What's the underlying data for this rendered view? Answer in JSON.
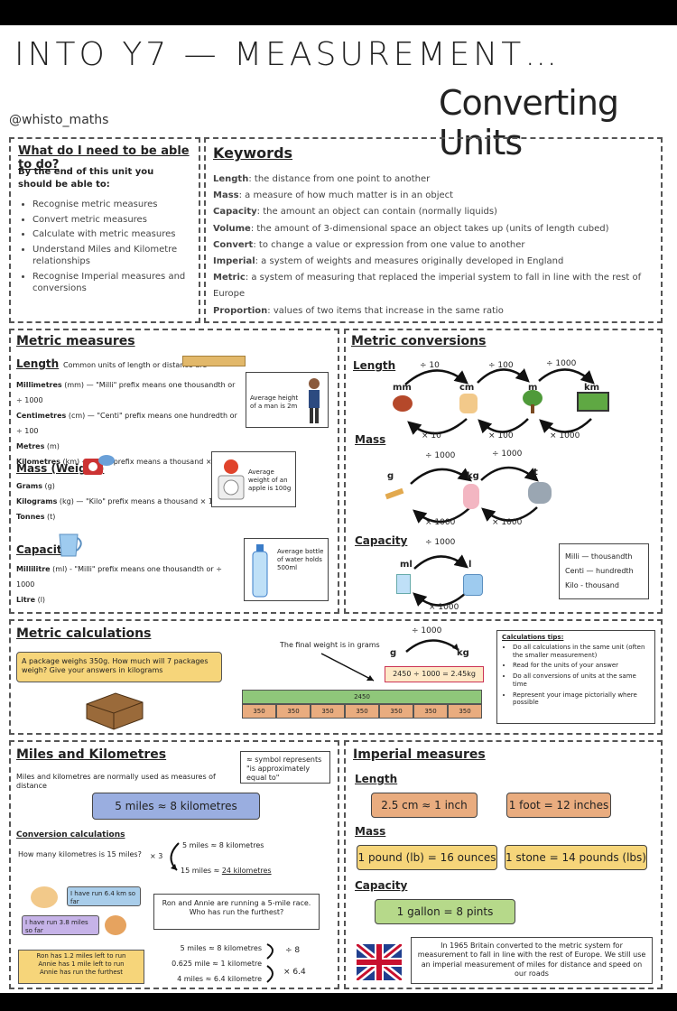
{
  "header": {
    "title": "INTO Y7 — MEASUREMENT…",
    "subtitle": "Converting Units",
    "handle": "@whisto_maths"
  },
  "todo": {
    "heading": "What do I need to be able to do?",
    "intro": "By the end of this unit you should be able to:",
    "items": [
      "Recognise metric measures",
      "Convert metric measures",
      "Calculate with metric measures",
      "Understand Miles and Kilometre relationships",
      "Recognise Imperial measures and conversions"
    ]
  },
  "keywords": {
    "heading": "Keywords",
    "items": [
      {
        "term": "Length",
        "def": ": the distance from one point to another"
      },
      {
        "term": "Mass",
        "def": ": a measure of how much matter is in an object"
      },
      {
        "term": "Capacity",
        "def": ": the amount an object can contain (normally liquids)"
      },
      {
        "term": "Volume",
        "def": ": the amount of 3-dimensional space an object takes up (units of length cubed)"
      },
      {
        "term": "Convert",
        "def": ": to change a value or expression from one value to another"
      },
      {
        "term": "Imperial",
        "def": ": a system of weights and measures originally developed in England"
      },
      {
        "term": "Metric",
        "def": ": a system of measuring that replaced the imperial system to fall in line with the rest of Europe"
      },
      {
        "term": "Proportion",
        "def": ": values of two items that increase in the same ratio"
      }
    ]
  },
  "metric_measures": {
    "heading": "Metric measures",
    "length": {
      "label": "Length",
      "note": "Common units of length or distance are",
      "lines": [
        {
          "term": "Millimetres",
          "rest": " (mm) — \"Milli\" prefix means one thousandth or ÷ 1000"
        },
        {
          "term": "Centimetres",
          "rest": " (cm) — \"Centi\" prefix means one hundredth or ÷ 100"
        },
        {
          "term": "Metres",
          "rest": " (m)"
        },
        {
          "term": "Kilometres",
          "rest": " (km) — \"Kilo\" prefix means a thousand × 1000"
        }
      ],
      "fact": "Average height of a man is 2m"
    },
    "mass": {
      "label": "Mass (Weight)",
      "lines": [
        {
          "term": "Grams",
          "rest": " (g)"
        },
        {
          "term": "Kilograms",
          "rest": " (kg) — \"Kilo\" prefix means a thousand × 1000"
        },
        {
          "term": "Tonnes",
          "rest": " (t)"
        }
      ],
      "fact": "Average weight of an apple is 100g"
    },
    "capacity": {
      "label": "Capacity",
      "lines": [
        {
          "term": "Millilitre",
          "rest": " (ml) - \"Milli\" prefix means one thousandth or ÷ 1000"
        },
        {
          "term": "Litre",
          "rest": " (l)"
        }
      ],
      "fact": "Average bottle of water holds 500ml"
    }
  },
  "metric_conversions": {
    "heading": "Metric conversions",
    "length_label": "Length",
    "length_units": [
      "mm",
      "cm",
      "m",
      "km"
    ],
    "length_top_ops": [
      "÷ 10",
      "÷ 100",
      "÷ 1000"
    ],
    "length_bottom_ops": [
      "× 10",
      "× 100",
      "× 1000"
    ],
    "mass_label": "Mass",
    "mass_units": [
      "g",
      "kg",
      "t"
    ],
    "mass_top_ops": [
      "÷ 1000",
      "÷ 1000"
    ],
    "mass_bottom_ops": [
      "× 1000",
      "× 1000"
    ],
    "capacity_label": "Capacity",
    "capacity_units": [
      "ml",
      "l"
    ],
    "capacity_top_op": "÷ 1000",
    "capacity_bottom_op": "× 1000",
    "prefix_box": [
      "Milli — thousandth",
      "Centi — hundredth",
      "Kilo - thousand"
    ]
  },
  "metric_calculations": {
    "heading": "Metric calculations",
    "question": "A package weighs 350g. How much will 7 packages weigh? Give your answers in kilograms",
    "final_note": "The final weight is in grams",
    "conv_top": "÷ 1000",
    "conv_from": "g",
    "conv_to": "kg",
    "result": "2450 ÷ 1000 = 2.45kg",
    "bar_total": "2450",
    "bar_parts": [
      "350",
      "350",
      "350",
      "350",
      "350",
      "350",
      "350"
    ],
    "tips_heading": "Calculations tips:",
    "tips": [
      "Do all calculations in the same unit (often the smaller measurement)",
      "Read for the units of your answer",
      "Do all conversions of units at the same time",
      "Represent your image pictorially where possible"
    ]
  },
  "miles_km": {
    "heading": "Miles and Kilometres",
    "intro": "Miles and kilometres are normally used as measures of distance",
    "symbol_note": "≈ symbol represents \"is approximately equal to\"",
    "main_fact": "5 miles ≈ 8 kilometres",
    "calc_heading": "Conversion calculations",
    "question": "How many kilometres is 15 miles?",
    "mult": "× 3",
    "step1": "5 miles ≈ 8 kilometres",
    "step2_a": "15 miles ≈ ",
    "step2_b": "24 kilometres",
    "bubble1": "I have run 6.4 km so far",
    "bubble2": "I have run 3.8 miles so far",
    "race_text": "Ron and Annie are running a 5-mile race. Who has run the furthest?",
    "yellow_lines": [
      "Ron has 1.2 miles left to run",
      "Annie has 1 mile left to run",
      "Annie has run the furthest"
    ],
    "chain": [
      "5 miles ≈ 8 kilometres",
      "0.625 mile ≈ 1 kilometre",
      "4 miles ≈ 6.4 kilometre"
    ],
    "chain_ops": [
      "÷ 8",
      "× 6.4"
    ]
  },
  "imperial": {
    "heading": "Imperial measures",
    "length_label": "Length",
    "len1": "2.5 cm ≈ 1 inch",
    "len2": "1 foot = 12 inches",
    "mass_label": "Mass",
    "mass1": "1 pound (lb) = 16 ounces",
    "mass2": "1 stone = 14 pounds (lbs)",
    "cap_label": "Capacity",
    "cap1": "1 gallon = 8 pints",
    "history": "In 1965 Britain converted to the metric system for measurement to fall in line with the rest of Europe. We still use an imperial measurement of miles for distance and speed on our roads"
  },
  "colors": {
    "yellow": "#f6d57a",
    "orange": "#f2b07e",
    "blue": "#9aaee0",
    "green": "#b6d98a",
    "purple": "#c6b3e8",
    "lightblue": "#a9cdea",
    "barGreen": "#8fc77a",
    "barOrange": "#e9ac7f"
  }
}
